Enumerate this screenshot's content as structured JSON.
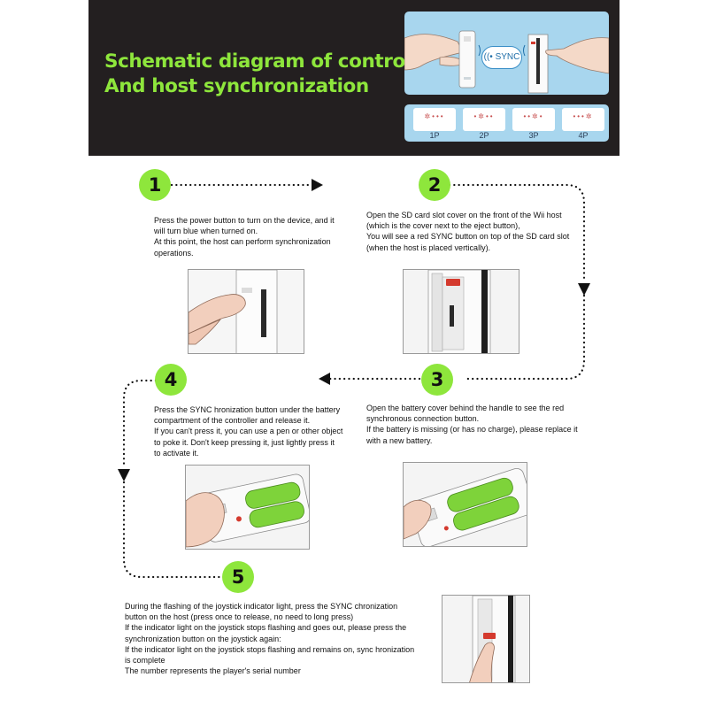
{
  "header": {
    "title_line1": "Schematic diagram of controller",
    "title_line2": "And host synchronization",
    "sync_label": "SYNC",
    "players": [
      "1P",
      "2P",
      "3P",
      "4P"
    ]
  },
  "steps": [
    {
      "number": "1",
      "lines": [
        "Press the power button to turn on the device, and it",
        "will turn blue when turned on.",
        "At this point, the host can perform synchronization",
        "operations."
      ]
    },
    {
      "number": "2",
      "lines": [
        "Open the SD card slot cover on the front of the Wii host",
        "(which is the cover next to the eject button),",
        "You will see a red SYNC button on top of the SD card slot",
        "(when the host is placed vertically)."
      ]
    },
    {
      "number": "3",
      "lines": [
        "Open the battery cover behind the handle to see the red",
        "synchronous connection button.",
        "If the battery is missing (or has no charge), please replace it",
        "with a new battery."
      ]
    },
    {
      "number": "4",
      "lines": [
        "Press the SYNC hronization button under the battery",
        "compartment of the controller and release it.",
        "If you can't press it, you can use a pen or other object",
        "to poke it. Don't keep pressing it, just lightly press it",
        "to activate it."
      ]
    },
    {
      "number": "5",
      "lines": [
        "During the flashing of the joystick indicator light, press the SYNC chronization",
        "button on the host (press once to release, no need to long press)",
        "If the indicator light on the joystick stops flashing and goes out, please press the",
        "synchronization button on the joystick again:",
        "If the indicator light on the joystick stops flashing and remains on, sync hronization",
        "is complete",
        "The number represents the player's serial number"
      ]
    }
  ],
  "colors": {
    "accent_green": "#8ee63c",
    "header_bg": "#231f20",
    "panel_blue": "#a8d6ee",
    "battery_green": "#7ed33a",
    "sync_red": "#d43a2e"
  }
}
